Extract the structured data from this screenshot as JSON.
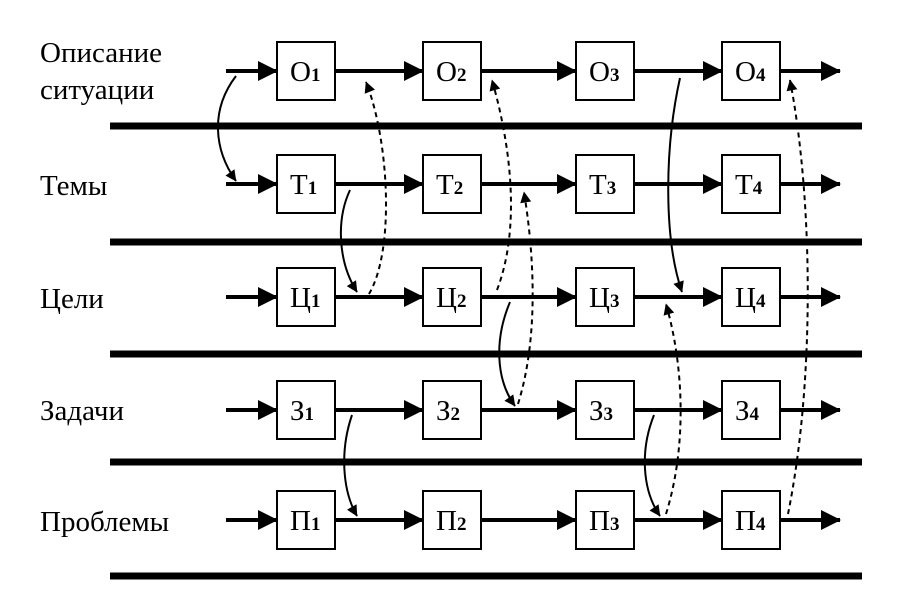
{
  "colors": {
    "stroke": "#000000",
    "background": "#ffffff"
  },
  "rows": [
    {
      "label_lines": [
        "Описание",
        "ситуации"
      ],
      "nodes": [
        {
          "letter": "О",
          "index": "1"
        },
        {
          "letter": "О",
          "index": "2"
        },
        {
          "letter": "О",
          "index": "3"
        },
        {
          "letter": "О",
          "index": "4"
        }
      ]
    },
    {
      "label_lines": [
        "Темы"
      ],
      "nodes": [
        {
          "letter": "Т",
          "index": "1"
        },
        {
          "letter": "Т",
          "index": "2"
        },
        {
          "letter": "Т",
          "index": "3"
        },
        {
          "letter": "Т",
          "index": "4"
        }
      ]
    },
    {
      "label_lines": [
        "Цели"
      ],
      "nodes": [
        {
          "letter": "Ц",
          "index": "1"
        },
        {
          "letter": "Ц",
          "index": "2"
        },
        {
          "letter": "Ц",
          "index": "3"
        },
        {
          "letter": "Ц",
          "index": "4"
        }
      ]
    },
    {
      "label_lines": [
        "Задачи"
      ],
      "nodes": [
        {
          "letter": "З",
          "index": "1"
        },
        {
          "letter": "З",
          "index": "2"
        },
        {
          "letter": "З",
          "index": "3"
        },
        {
          "letter": "З",
          "index": "4"
        }
      ]
    },
    {
      "label_lines": [
        "Проблемы"
      ],
      "nodes": [
        {
          "letter": "П",
          "index": "1"
        },
        {
          "letter": "П",
          "index": "2"
        },
        {
          "letter": "П",
          "index": "3"
        },
        {
          "letter": "П",
          "index": "4"
        }
      ]
    }
  ],
  "cross_links": [
    {
      "from_row": 0,
      "to_row": 1,
      "col": 0,
      "style": "solid"
    },
    {
      "from_row": 1,
      "to_row": 2,
      "col": 1,
      "style": "solid"
    },
    {
      "from_row": 2,
      "to_row": 0,
      "col": 1,
      "style": "dashed"
    },
    {
      "from_row": 2,
      "to_row": 0,
      "col": 2,
      "style": "dashed"
    },
    {
      "from_row": 2,
      "to_row": 3,
      "col": 2,
      "style": "solid"
    },
    {
      "from_row": 3,
      "to_row": 1,
      "col": 2,
      "style": "dashed"
    },
    {
      "from_row": 0,
      "to_row": 2,
      "col": 3,
      "style": "solid"
    },
    {
      "from_row": 3,
      "to_row": 4,
      "col": 1,
      "style": "solid"
    },
    {
      "from_row": 3,
      "to_row": 4,
      "col": 3,
      "style": "solid"
    },
    {
      "from_row": 4,
      "to_row": 2,
      "col": 3,
      "style": "dashed"
    },
    {
      "from_row": 4,
      "to_row": 0,
      "col": 4,
      "style": "dashed"
    }
  ]
}
